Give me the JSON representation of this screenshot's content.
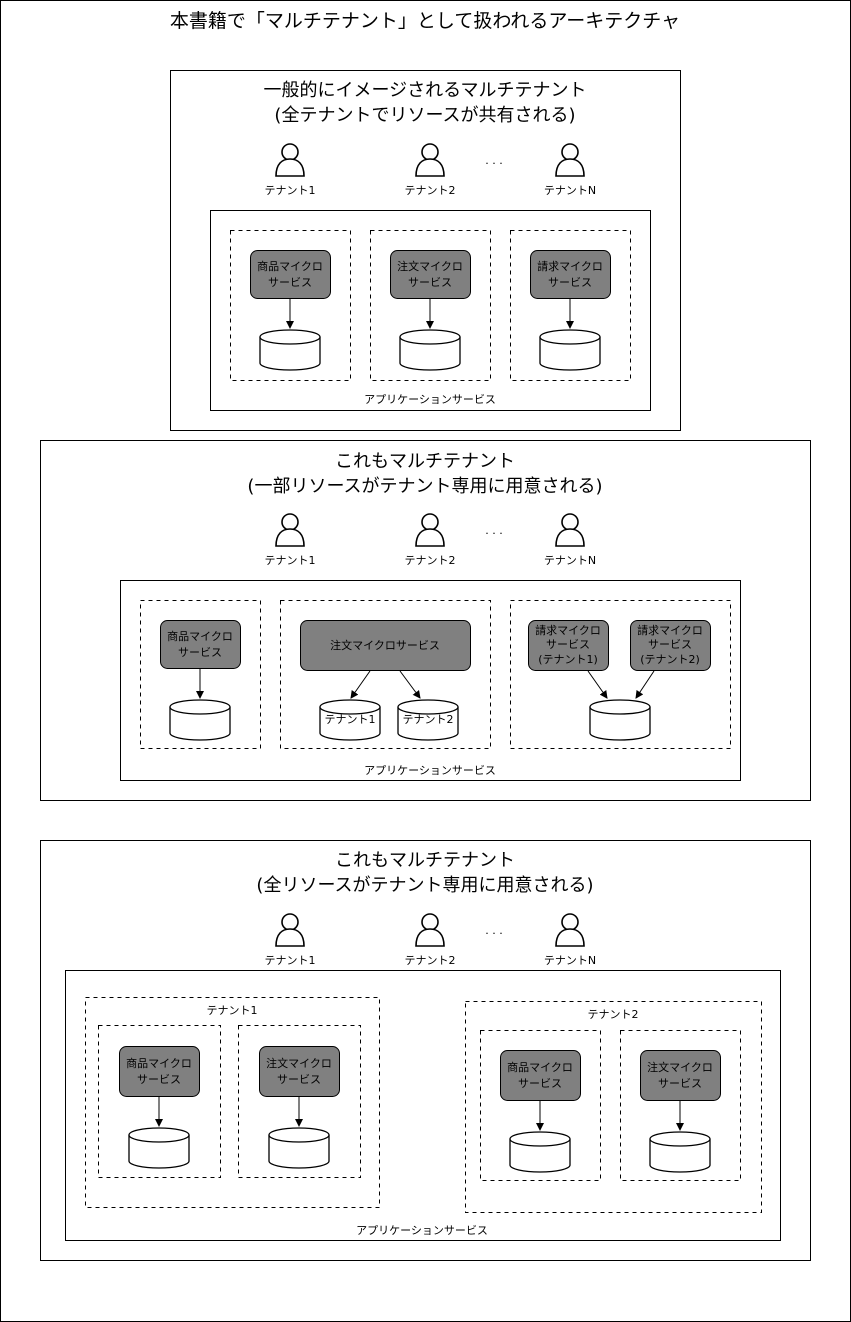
{
  "diagram": {
    "title": "本書籍で「マルチテナント」として扱われるアーキテクチャ",
    "tenant_labels": [
      "テナント1",
      "テナント2",
      "テナントN"
    ],
    "ellipsis": "· · ·",
    "app_service_label": "アプリケーションサービス",
    "colors": {
      "service_fill": "#808080",
      "line": "#000000",
      "background": "#ffffff"
    },
    "sections": [
      {
        "title_line1": "一般的にイメージされるマルチテナント",
        "title_line2": "(全テナントでリソースが共有される)",
        "services": [
          {
            "line1": "商品マイクロ",
            "line2": "サービス"
          },
          {
            "line1": "注文マイクロ",
            "line2": "サービス"
          },
          {
            "line1": "請求マイクロ",
            "line2": "サービス"
          }
        ]
      },
      {
        "title_line1": "これもマルチテナント",
        "title_line2": "(一部リソースがテナント専用に用意される)",
        "product_service": {
          "line1": "商品マイクロ",
          "line2": "サービス"
        },
        "order_service": "注文マイクロサービス",
        "order_db_labels": [
          "テナント1",
          "テナント2"
        ],
        "billing_services": [
          {
            "line1": "請求マイクロ",
            "line2": "サービス",
            "line3": "(テナント1)"
          },
          {
            "line1": "請求マイクロ",
            "line2": "サービス",
            "line3": "(テナント2)"
          }
        ]
      },
      {
        "title_line1": "これもマルチテナント",
        "title_line2": "(全リソースがテナント専用に用意される)",
        "groups": [
          {
            "label": "テナント1",
            "services": [
              {
                "line1": "商品マイクロ",
                "line2": "サービス"
              },
              {
                "line1": "注文マイクロ",
                "line2": "サービス"
              }
            ]
          },
          {
            "label": "テナント2",
            "services": [
              {
                "line1": "商品マイクロ",
                "line2": "サービス"
              },
              {
                "line1": "注文マイクロ",
                "line2": "サービス"
              }
            ]
          }
        ]
      }
    ]
  }
}
